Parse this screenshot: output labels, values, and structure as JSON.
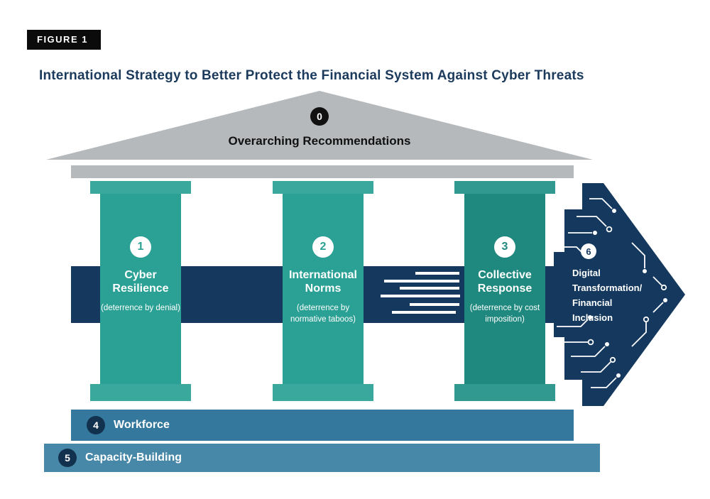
{
  "figure_label": "FIGURE 1",
  "title": "International Strategy to Better Protect the Financial System Against Cyber Threats",
  "pediment": {
    "badge": "0",
    "label": "Overarching Recommendations"
  },
  "pillars": [
    {
      "badge": "1",
      "title": "Cyber Resilience",
      "subtitle": "(deterrence by denial)"
    },
    {
      "badge": "2",
      "title": "International Norms",
      "subtitle": "(deterrence by normative taboos)"
    },
    {
      "badge": "3",
      "title": "Collective Response",
      "subtitle": "(deterrence by cost imposition)"
    }
  ],
  "arrow": {
    "badge": "6",
    "label": "Digital Transformation/ Financial Inclusion"
  },
  "steps": [
    {
      "badge": "4",
      "label": "Workforce"
    },
    {
      "badge": "5",
      "label": "Capacity-Building"
    }
  ],
  "colors": {
    "navy": "#15395e",
    "teal_shaft": "#2ba094",
    "teal_capital": "#3aa89d",
    "teal_dark_shaft": "#20897f",
    "teal_dark_capital": "#31998f",
    "pediment_gray": "#b5b9bc",
    "workforce_blue": "#35789e",
    "capacity_blue": "#4788a8",
    "badge_navy": "#12314e",
    "badge_black": "#111111",
    "white": "#ffffff"
  }
}
